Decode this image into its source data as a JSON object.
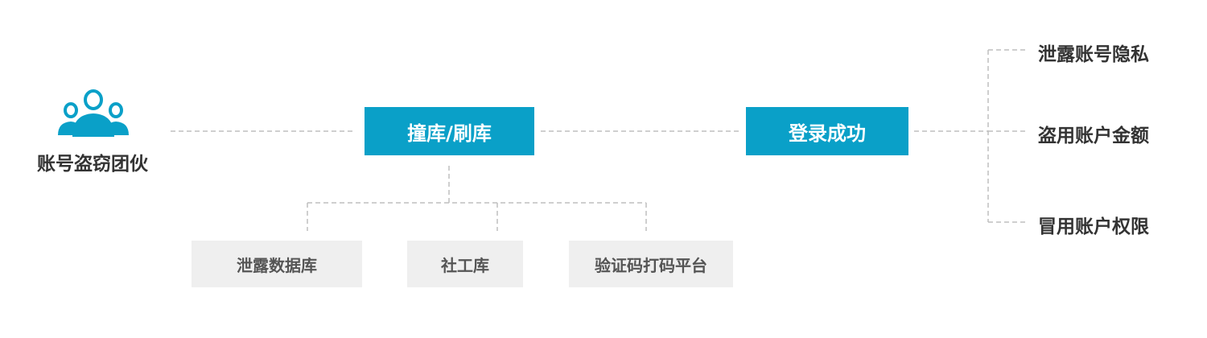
{
  "actor": {
    "label": "账号盗窃团伙",
    "icon": "group-users-icon"
  },
  "attack": {
    "label": "撞库/刷库"
  },
  "result": {
    "label": "登录成功"
  },
  "sources": [
    {
      "label": "泄露数据库"
    },
    {
      "label": "社工库"
    },
    {
      "label": "验证码打码平台"
    }
  ],
  "outcomes": [
    {
      "label": "泄露账号隐私"
    },
    {
      "label": "盗用账户金额"
    },
    {
      "label": "冒用账户权限"
    }
  ],
  "colors": {
    "primary": "#0aa0c8",
    "source_bg": "#efefef",
    "connector": "#bfbfbf",
    "text": "#333333"
  }
}
